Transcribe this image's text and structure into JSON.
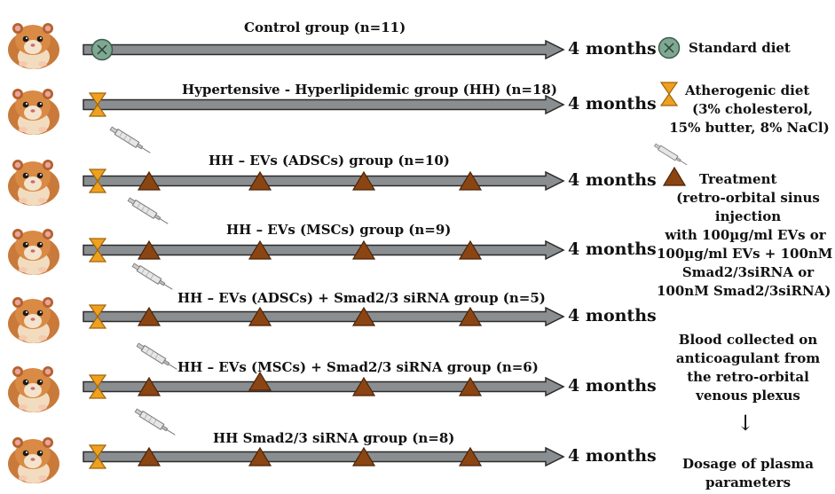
{
  "groups": [
    {
      "title": "Control group (n=11)",
      "duration": "4 months",
      "start": "standard",
      "treatments": 0,
      "syringe": false
    },
    {
      "title": "Hypertensive - Hyperlipidemic group (HH) (n=18)",
      "duration": "4 months",
      "start": "atherogenic",
      "treatments": 0,
      "syringe": false
    },
    {
      "title": "HH – EVs (ADSCs) group (n=10)",
      "duration": "4 months",
      "start": "atherogenic",
      "treatments": 4,
      "syringe": true
    },
    {
      "title": "HH – EVs (MSCs) group (n=9)",
      "duration": "4 months",
      "start": "atherogenic",
      "treatments": 4,
      "syringe": true
    },
    {
      "title": "HH – EVs (ADSCs) + Smad2/3 siRNA group (n=5)",
      "duration": "4 months",
      "start": "atherogenic",
      "treatments": 4,
      "syringe": true
    },
    {
      "title": "HH – EVs (MSCs) + Smad2/3 siRNA group (n=6)",
      "duration": "4 months",
      "start": "atherogenic",
      "treatments": 4,
      "syringe": true
    },
    {
      "title": "HH Smad2/3 siRNA group (n=8)",
      "duration": "4 months",
      "start": "atherogenic",
      "treatments": 4,
      "syringe": true
    }
  ],
  "legend": {
    "standard_diet": "Standard diet",
    "atherogenic": [
      "Atherogenic diet",
      "(3% cholesterol,",
      "15% butter, 8% NaCl)"
    ],
    "treatment": [
      "Treatment",
      "(retro-orbital sinus",
      "injection",
      "with 100µg/ml EVs or",
      "100µg/ml EVs + 100nM",
      "Smad2/3siRNA or",
      "100nM Smad2/3siRNA)"
    ],
    "blood": [
      "Blood collected on",
      "anticoagulant from",
      "the retro-orbital",
      "venous plexus"
    ],
    "arrow_symbol": "↓",
    "dosage": [
      "Dosage of plasma",
      "parameters"
    ]
  },
  "colors": {
    "arrow_fill": "#8a8e91",
    "arrow_outline": "#2b2b2b",
    "standard_diet_fill": "#7fa893",
    "hourglass_fill": "#f0a020",
    "treatment_fill": "#8b4513"
  },
  "icons": {
    "animal": "hamster-icon",
    "standard": "standard-diet-icon",
    "atherogenic": "hourglass-icon",
    "treatment": "triangle-icon",
    "injection": "syringe-icon"
  }
}
